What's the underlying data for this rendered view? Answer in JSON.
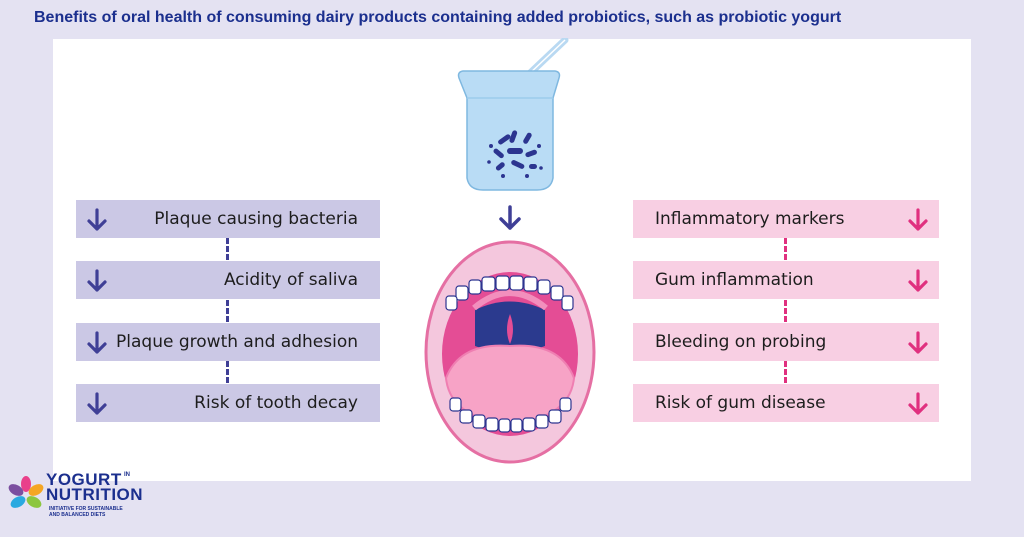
{
  "title": "Benefits of oral health of consuming dairy products containing added probiotics, such as probiotic yogurt",
  "colors": {
    "title_text": "#1b2f8e",
    "left_box": "#cbc8e5",
    "right_box": "#f8cfe3",
    "left_arrow": "#3f3f96",
    "right_arrow": "#e0307f"
  },
  "left_items": [
    {
      "label": "Plaque causing bacteria",
      "icon": "down-arrow-icon"
    },
    {
      "label": "Acidity of saliva",
      "icon": "down-arrow-icon"
    },
    {
      "label": "Plaque growth and adhesion",
      "icon": "down-arrow-icon"
    },
    {
      "label": "Risk of tooth decay",
      "icon": "down-arrow-icon"
    }
  ],
  "right_items": [
    {
      "label": "Inflammatory markers",
      "icon": "down-arrow-icon"
    },
    {
      "label": "Gum inflammation",
      "icon": "down-arrow-icon"
    },
    {
      "label": "Bleeding on probing",
      "icon": "down-arrow-icon"
    },
    {
      "label": "Risk of gum disease",
      "icon": "down-arrow-icon"
    }
  ],
  "logo": {
    "line1": "YOGURT",
    "superscript": "IN",
    "line2": "NUTRITION",
    "tagline": "INITIATIVE FOR SUSTAINABLE AND BALANCED DIETS"
  }
}
